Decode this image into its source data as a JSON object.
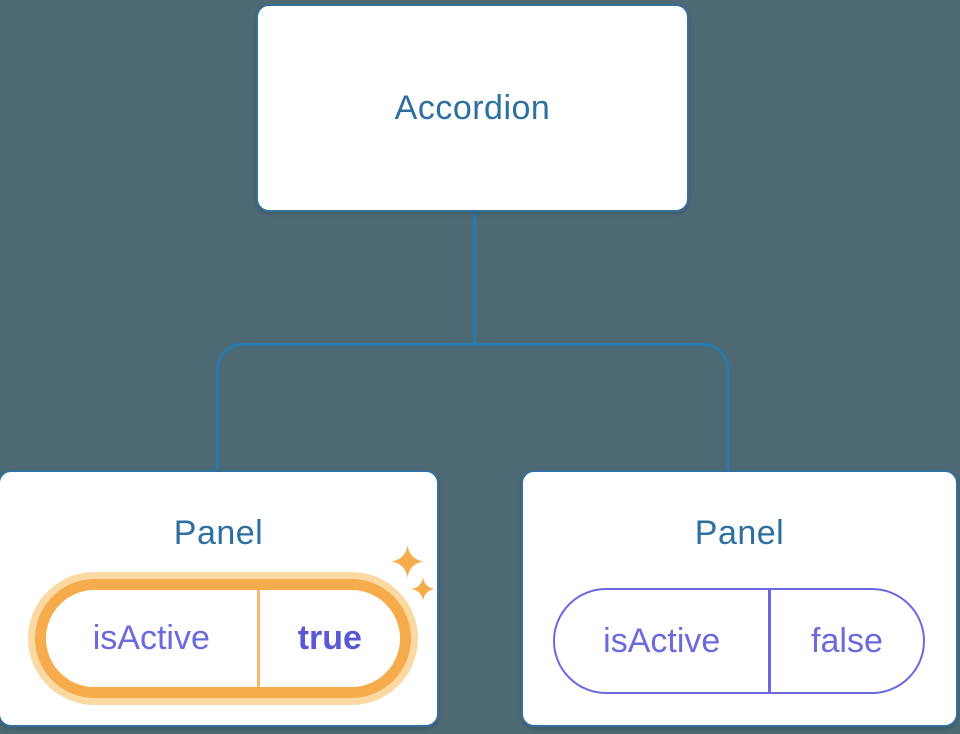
{
  "diagram": {
    "description": "Component tree diagram: Accordion parent with two Panel children holding isActive state",
    "root": {
      "label": "Accordion"
    },
    "children": [
      {
        "label": "Panel",
        "state": {
          "key": "isActive",
          "value": "true"
        },
        "highlighted": true
      },
      {
        "label": "Panel",
        "state": {
          "key": "isActive",
          "value": "false"
        },
        "highlighted": false
      }
    ]
  },
  "icons": {
    "sparkle_large": "sparkle-icon",
    "sparkle_small": "sparkle-icon"
  },
  "colors": {
    "background": "#4D6974",
    "node_border": "#35709B",
    "connector_line": "#2979AD",
    "node_text": "#2D6F9E",
    "state_text": "#6B69DE",
    "state_value_highlight_text": "#5B58D6",
    "highlight_ring": "#F6AC4D",
    "highlight_glow": "#FBD9A3",
    "sparkle": "#F4AC4C",
    "node_fill": "#ffffff"
  }
}
